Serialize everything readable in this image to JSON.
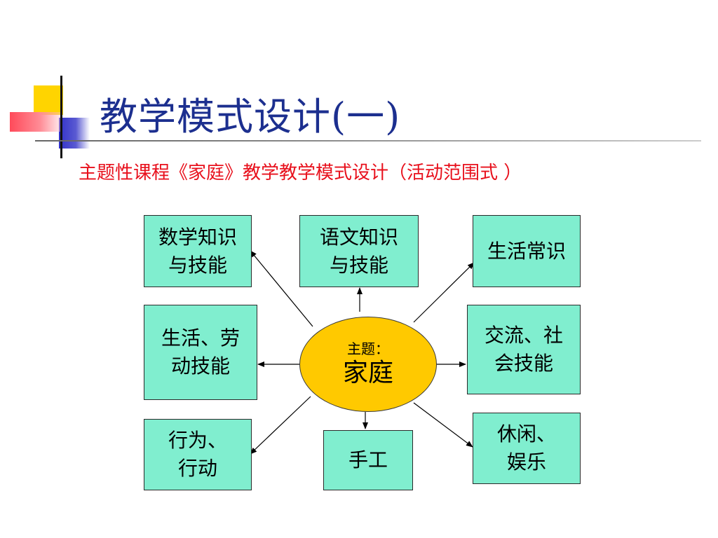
{
  "slide": {
    "title": "教学模式设计(一)",
    "subtitle": "主题性课程《家庭》教学教学模式设计（活动范围式 ）"
  },
  "diagram": {
    "center": {
      "label": "主题：",
      "title": "家庭"
    },
    "nodes": [
      {
        "id": "math",
        "text": "数学知识\n与技能"
      },
      {
        "id": "chinese",
        "text": "语文知识\n与技能"
      },
      {
        "id": "life-knowledge",
        "text": "生活常识"
      },
      {
        "id": "life-labor",
        "text": "生活、劳\n动技能"
      },
      {
        "id": "social",
        "text": "交流、社\n会技能"
      },
      {
        "id": "behavior",
        "text": "行为、\n行动"
      },
      {
        "id": "handcraft",
        "text": "手工"
      },
      {
        "id": "leisure",
        "text": "休闲、\n娱乐"
      }
    ]
  },
  "colors": {
    "title": "#1c2f8f",
    "subtitle": "#e8101c",
    "node_fill": "#80eecf",
    "center_fill": "#ffc900"
  }
}
